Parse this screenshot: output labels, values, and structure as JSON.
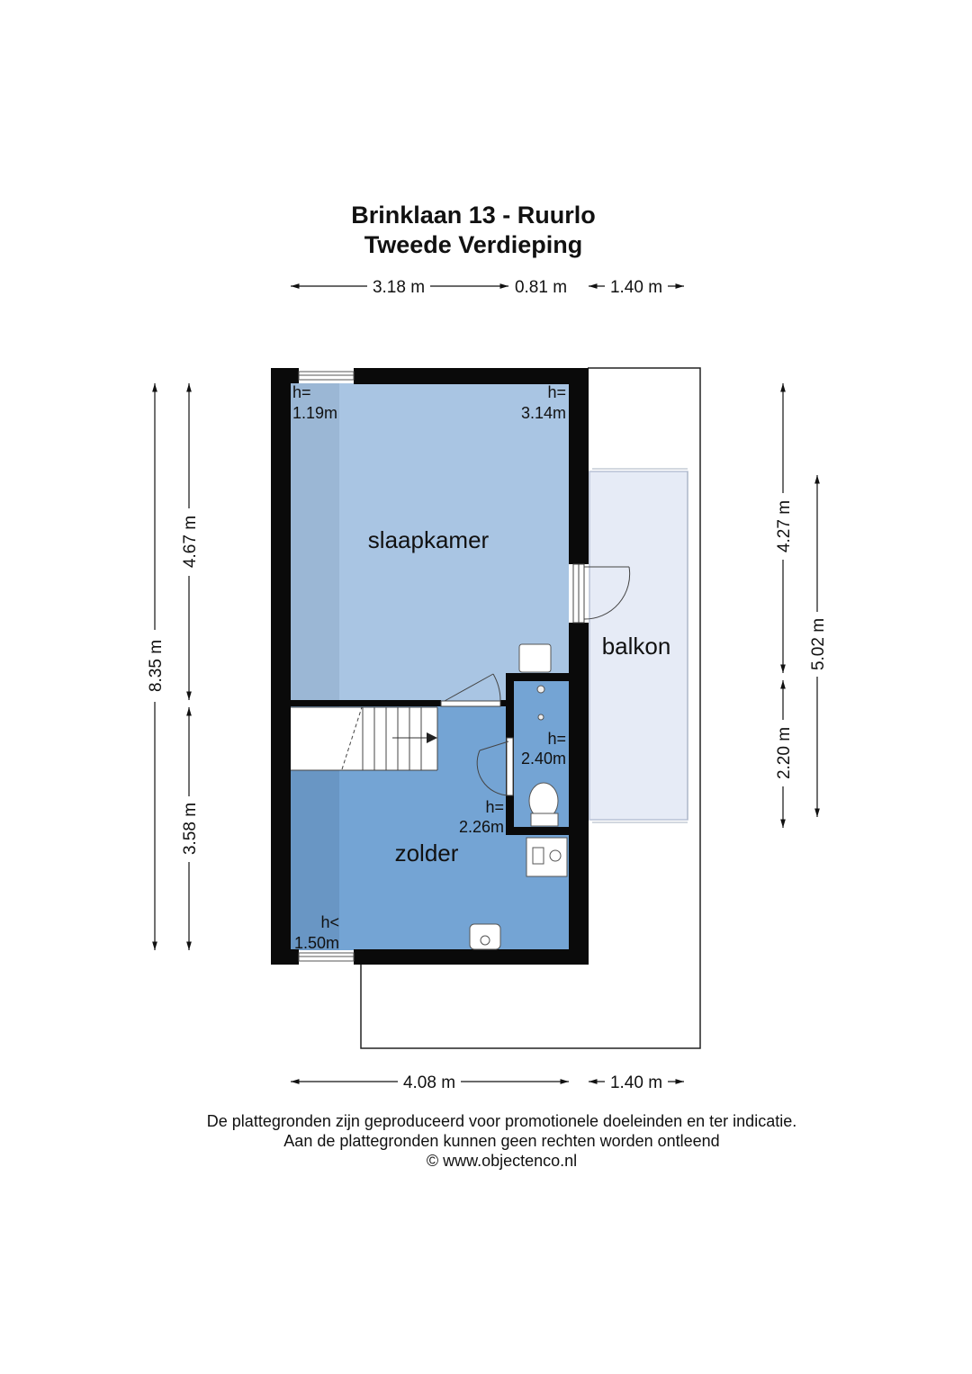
{
  "header": {
    "title": "Brinklaan 13 - Ruurlo",
    "subtitle": "Tweede Verdieping"
  },
  "dimensions": {
    "top": [
      "3.18 m",
      "0.81 m",
      "1.40 m"
    ],
    "bottom": [
      "4.08 m",
      "1.40 m"
    ],
    "left_outer": "8.35 m",
    "left_inner": [
      "4.67 m",
      "3.58 m"
    ],
    "right_inner": [
      "4.27 m",
      "2.20 m"
    ],
    "right_outer": "5.02 m"
  },
  "rooms": {
    "slaapkamer": "slaapkamer",
    "zolder": "zolder",
    "balkon": "balkon"
  },
  "heights": {
    "slaap_left": [
      "h=",
      "1.19m"
    ],
    "slaap_right": [
      "h=",
      "3.14m"
    ],
    "toilet": [
      "h=",
      "2.40m"
    ],
    "zolder_mid": [
      "h=",
      "2.26m"
    ],
    "zolder_low": [
      "h<",
      "1.50m"
    ]
  },
  "footer": {
    "line1": "De plattegronden zijn geproduceerd voor promotionele doeleinden en ter indicatie.",
    "line2": "Aan de plattegronden kunnen geen rechten worden ontleend",
    "line3": "© www.objectenco.nl"
  },
  "colors": {
    "wall": "#0a0a0a",
    "bedroom": "#a9c5e3",
    "bedroom_low": "#9bb7d5",
    "attic": "#74a4d4",
    "attic_low": "#6996c4",
    "balcony": "#e6ebf6"
  }
}
